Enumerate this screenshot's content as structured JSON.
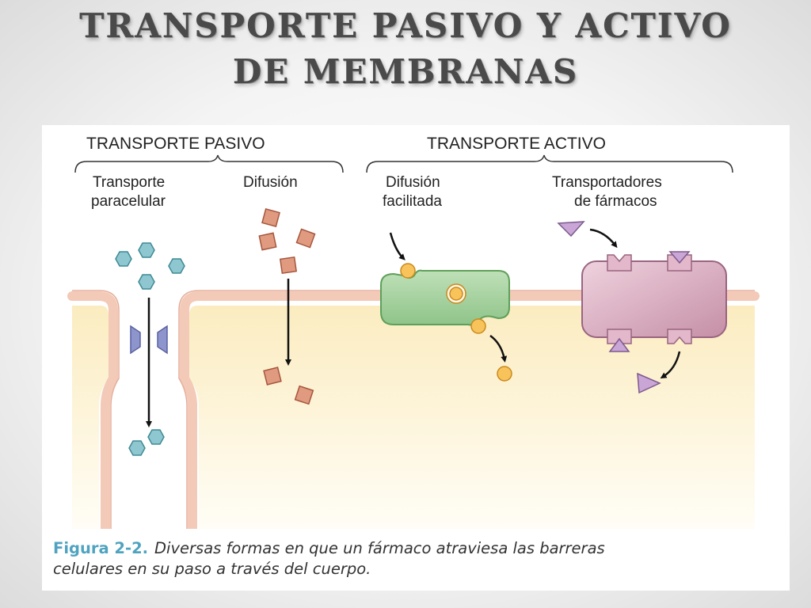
{
  "slide": {
    "title_line1": "TRANSPORTE PASIVO Y ACTIVO",
    "title_line2": "DE MEMBRANAS"
  },
  "figure": {
    "sections": {
      "passive": "TRANSPORTE PASIVO",
      "active": "TRANSPORTE ACTIVO"
    },
    "labels": {
      "paracellular_line1": "Transporte",
      "paracellular_line2": "paracelular",
      "diffusion": "Difusión",
      "facilitated_line1": "Difusión",
      "facilitated_line2": "facilitada",
      "carriers_line1": "Transportadores",
      "carriers_line2": "de fármacos"
    },
    "colors": {
      "membrane": "#f3c9b8",
      "cytoplasm": "#fbf0c8",
      "hexagon_molecule": "#8ec7cf",
      "square_molecule": "#df9a80",
      "circle_molecule": "#f7c35a",
      "triangle_molecule": "#c9a6d6",
      "facilitated_carrier": "#a8d5a2",
      "drug_transporter": "#d9a9bd",
      "channel": "#8d95cc",
      "caption_label": "#4fa3c0"
    }
  },
  "caption": {
    "label": "Figura 2-2.",
    "line1": "Diversas formas en que un fármaco atraviesa las barreras",
    "line2": "celulares en su paso a través del cuerpo."
  }
}
